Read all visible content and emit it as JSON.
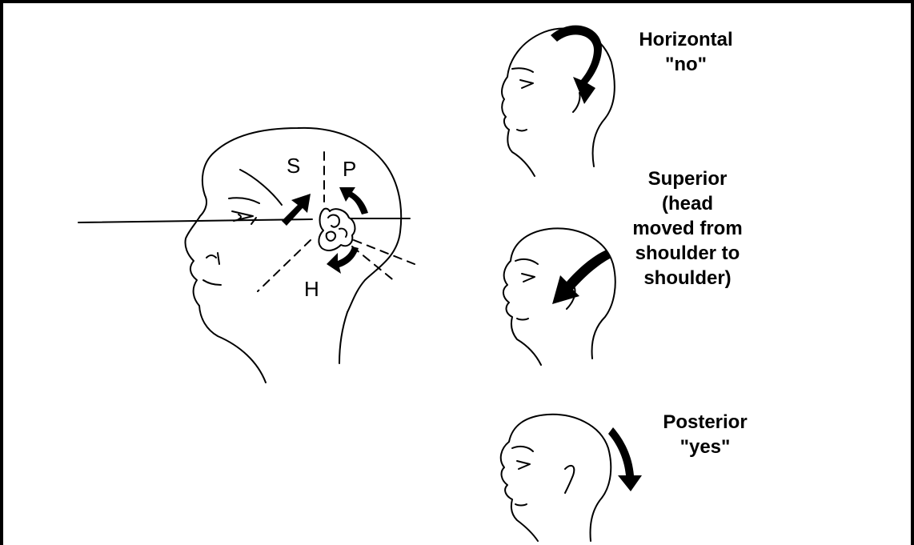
{
  "diagram": {
    "region_labels": {
      "s": "S",
      "p": "P",
      "h": "H"
    }
  },
  "panels": [
    {
      "id": "horizontal",
      "lines": [
        "Horizontal",
        "\"no\""
      ]
    },
    {
      "id": "superior",
      "lines": [
        "Superior",
        "(head",
        "moved from",
        "shoulder to",
        "shoulder)"
      ]
    },
    {
      "id": "posterior",
      "lines": [
        "Posterior",
        "\"yes\""
      ]
    }
  ],
  "colors": {
    "stroke": "#000000",
    "background": "#ffffff"
  }
}
